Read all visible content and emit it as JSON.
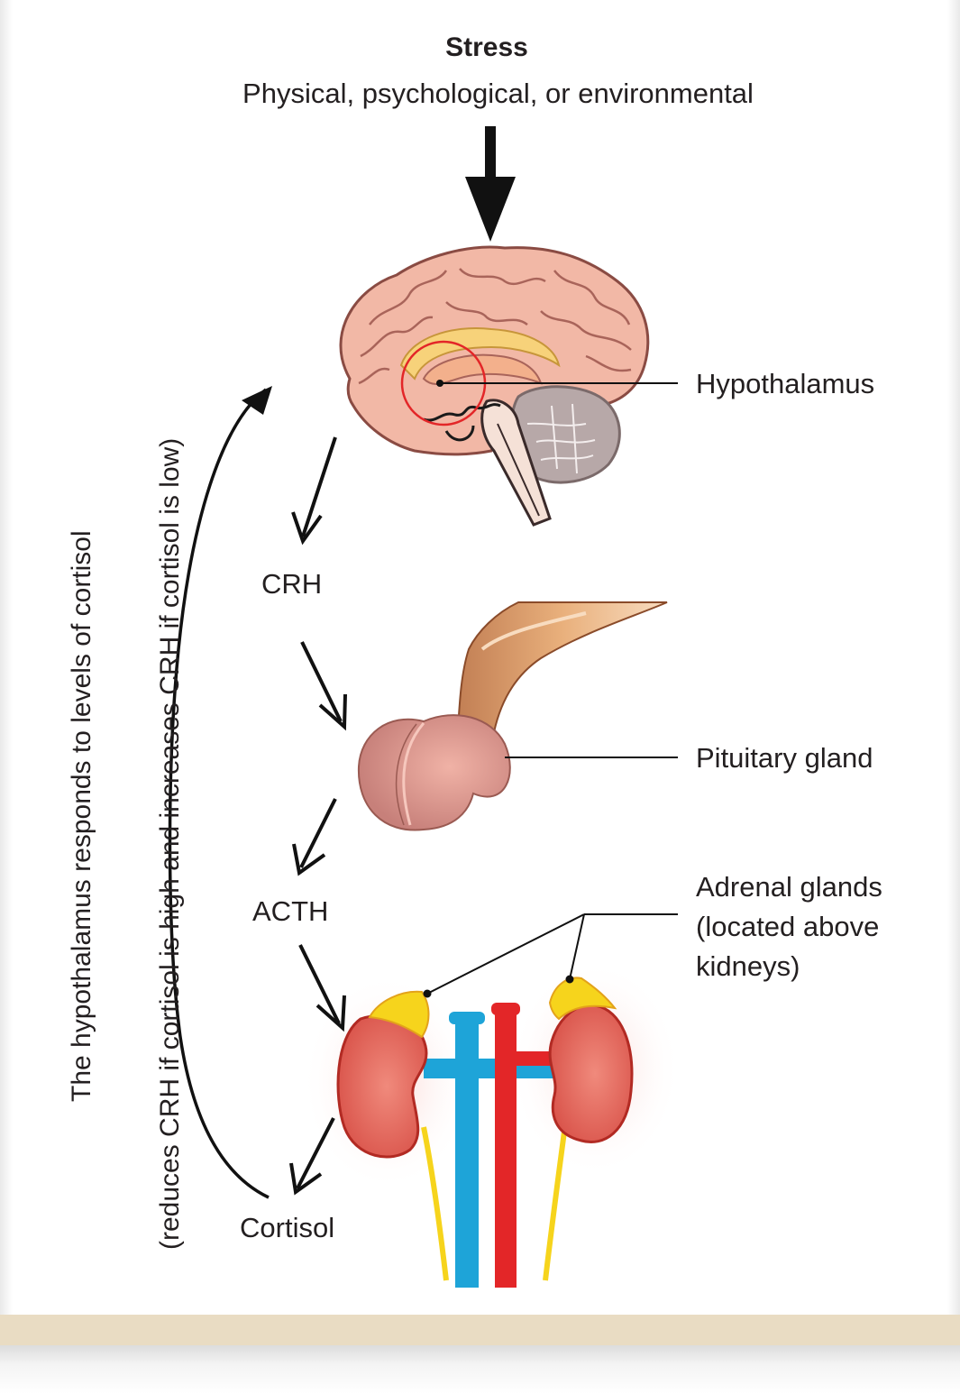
{
  "stress": {
    "title": "Stress",
    "subtitle": "Physical, psychological, or environmental"
  },
  "labels": {
    "hypothalamus": "Hypothalamus",
    "pituitary": "Pituitary gland",
    "adrenal_line1": "Adrenal glands",
    "adrenal_line2": "(located above",
    "adrenal_line3": "kidneys)"
  },
  "hormones": {
    "crh": "CRH",
    "acth": "ACTH",
    "cortisol": "Cortisol"
  },
  "feedback": {
    "line1": "The hypothalamus responds to levels of cortisol",
    "line2": "(reduces CRH if cortisol is high and increases CRH if cortisol is low)"
  },
  "colors": {
    "brain_pink": "#f2b8a6",
    "brain_outline": "#8a4b43",
    "cerebellum": "#b7a8a8",
    "pituitary": "#d9958c",
    "kidney": "#e06a5e",
    "adrenal": "#f6d41c",
    "vein": "#1ea4d8",
    "artery": "#e32628",
    "band": "#e9dcc3"
  }
}
